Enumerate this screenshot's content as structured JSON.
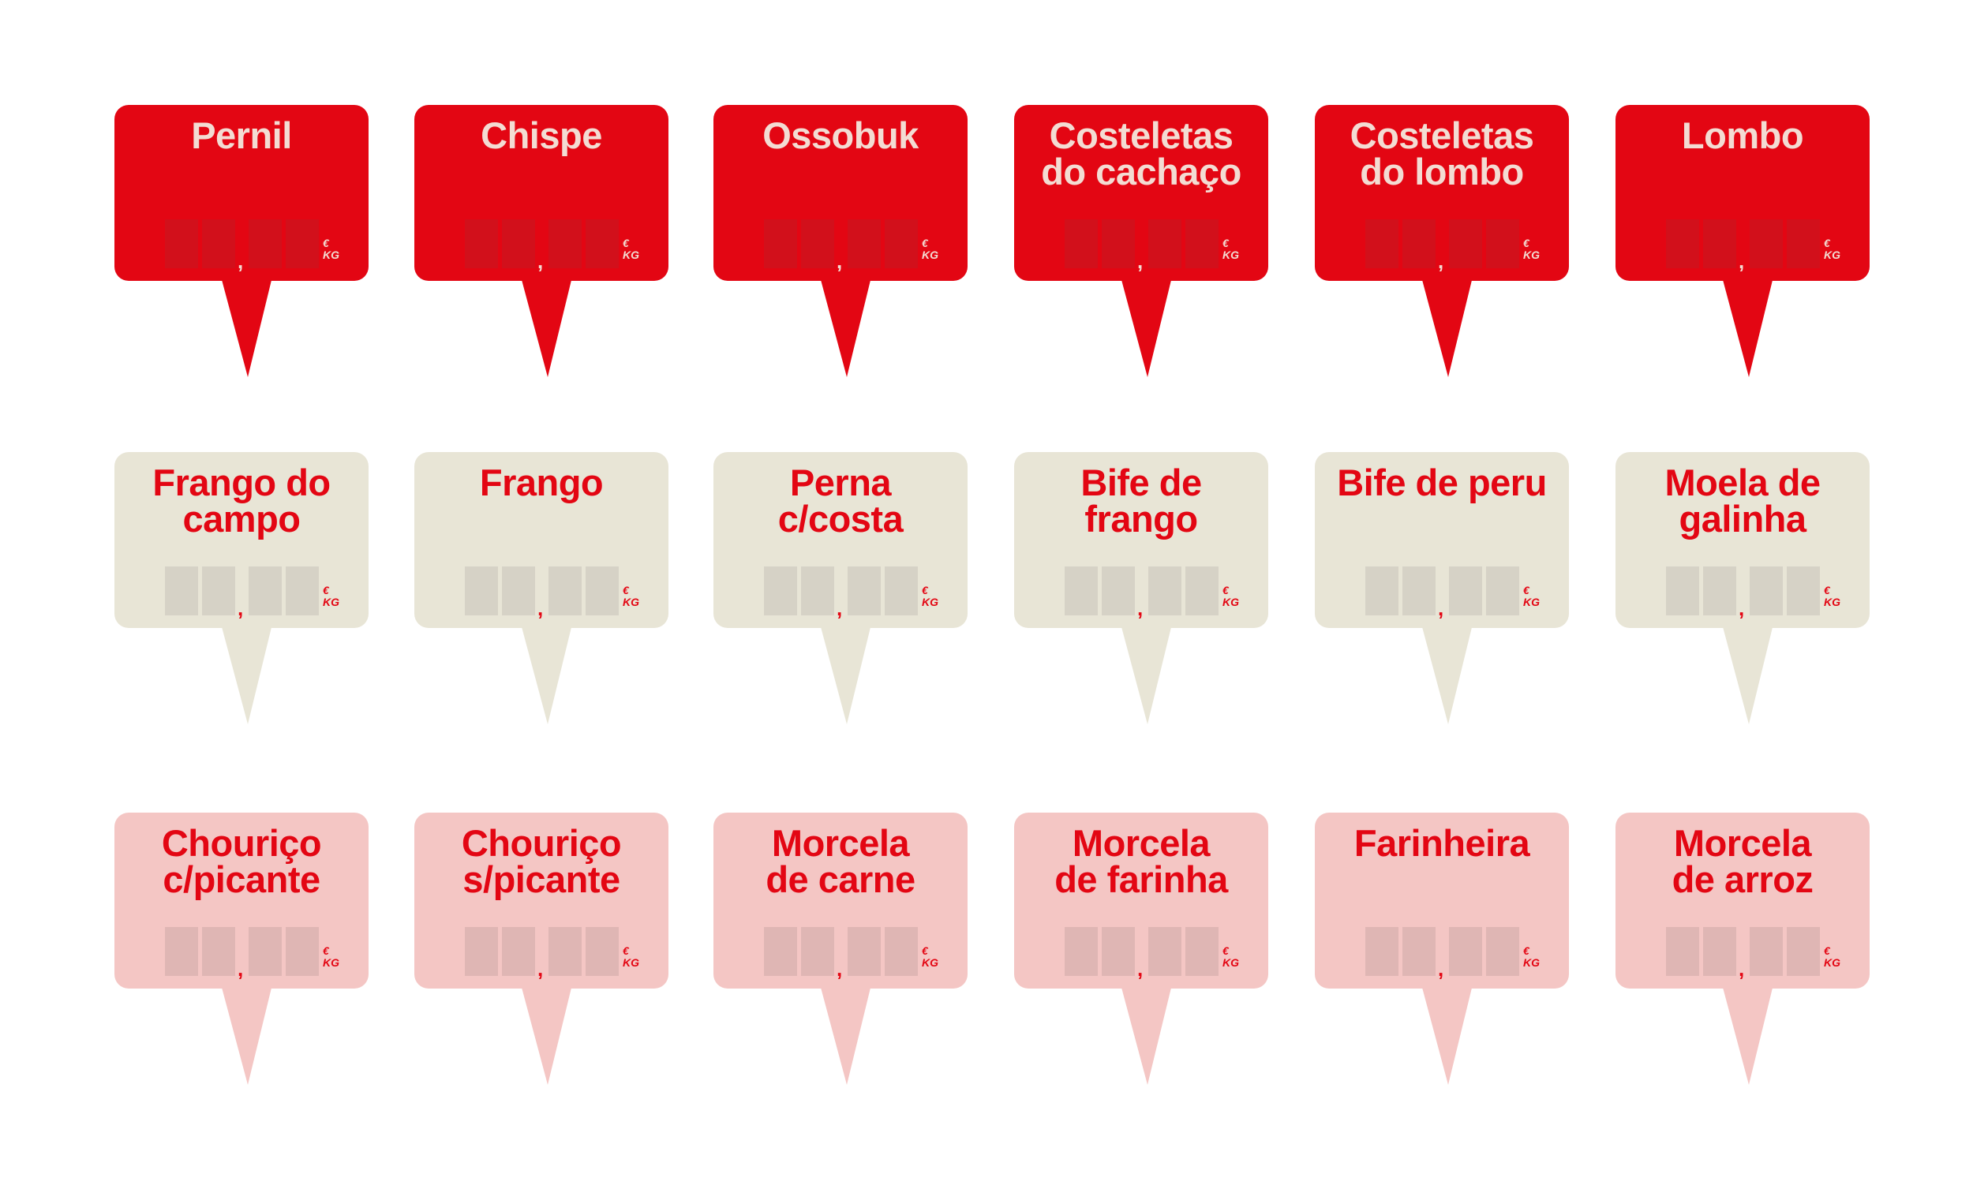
{
  "colors": {
    "red_fill": "#e30613",
    "red_text": "#f3dcd3",
    "red_digit": "#d2101b",
    "beige_fill": "#e8e5d6",
    "beige_text": "#e30613",
    "beige_digit": "#d6d2c6",
    "pink_fill": "#f4c6c4",
    "pink_text": "#e30613",
    "pink_digit": "#dfb6b4"
  },
  "price_unit": {
    "currency": "€",
    "per": "KG",
    "decimal_separator": ","
  },
  "rows": [
    {
      "theme": "red",
      "tags": [
        {
          "name": "Pernil"
        },
        {
          "name": "Chispe"
        },
        {
          "name": "Ossobuk"
        },
        {
          "name": "Costeletas\ndo cachaço"
        },
        {
          "name": "Costeletas\ndo lombo"
        },
        {
          "name": "Lombo"
        }
      ]
    },
    {
      "theme": "beige",
      "tags": [
        {
          "name": "Frango do\ncampo"
        },
        {
          "name": "Frango"
        },
        {
          "name": "Perna\nc/costa"
        },
        {
          "name": "Bife de\nfrango"
        },
        {
          "name": "Bife de peru"
        },
        {
          "name": "Moela de\ngalinha"
        }
      ]
    },
    {
      "theme": "pink",
      "tags": [
        {
          "name": "Chouriço\nc/picante"
        },
        {
          "name": "Chouriço\ns/picante"
        },
        {
          "name": "Morcela\nde carne"
        },
        {
          "name": "Morcela\nde farinha"
        },
        {
          "name": "Farinheira"
        },
        {
          "name": "Morcela\nde arroz"
        }
      ]
    }
  ]
}
